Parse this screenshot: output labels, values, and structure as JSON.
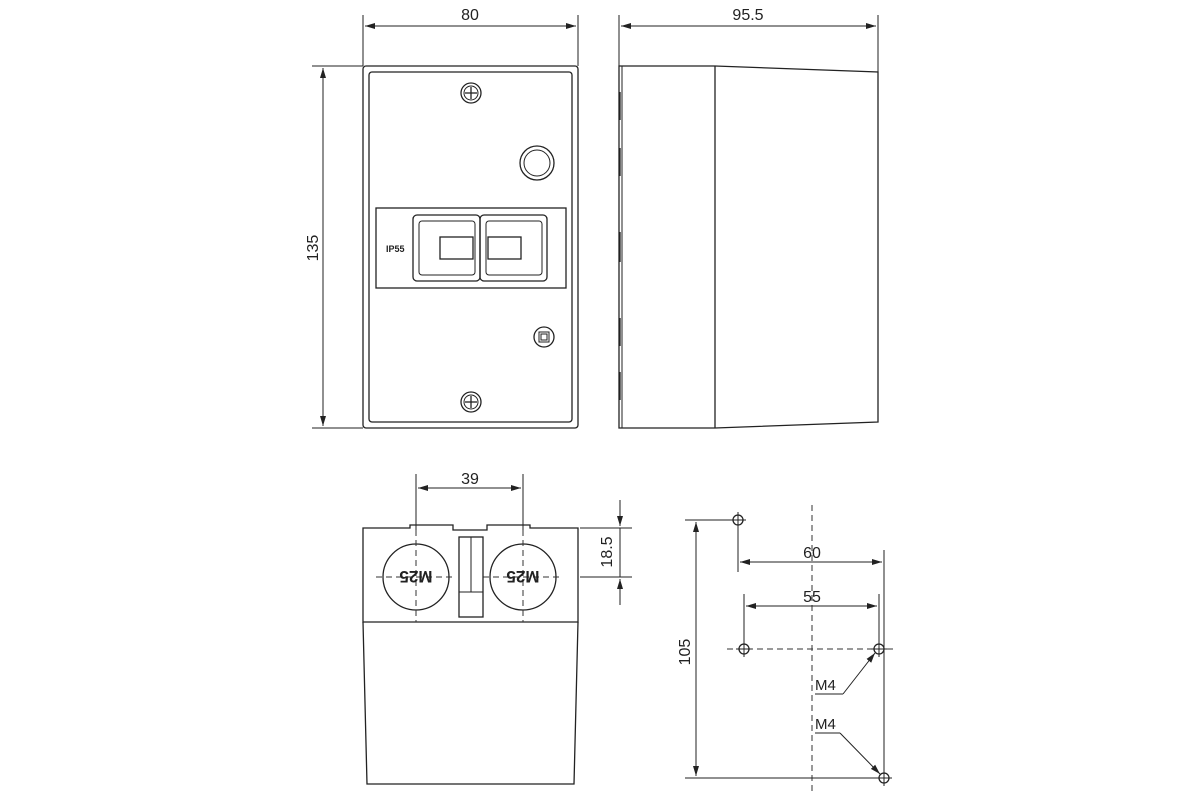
{
  "dimensions": {
    "front_width": "80",
    "side_depth": "95.5",
    "height": "135",
    "gland_spacing": "39",
    "gland_offset": "18.5",
    "mount_width_outer": "60",
    "mount_width_inner": "55",
    "mount_height": "105"
  },
  "labels": {
    "protection_rating": "IP55",
    "gland_size": "M25",
    "screw_thread_upper": "M4",
    "screw_thread_lower": "M4"
  }
}
